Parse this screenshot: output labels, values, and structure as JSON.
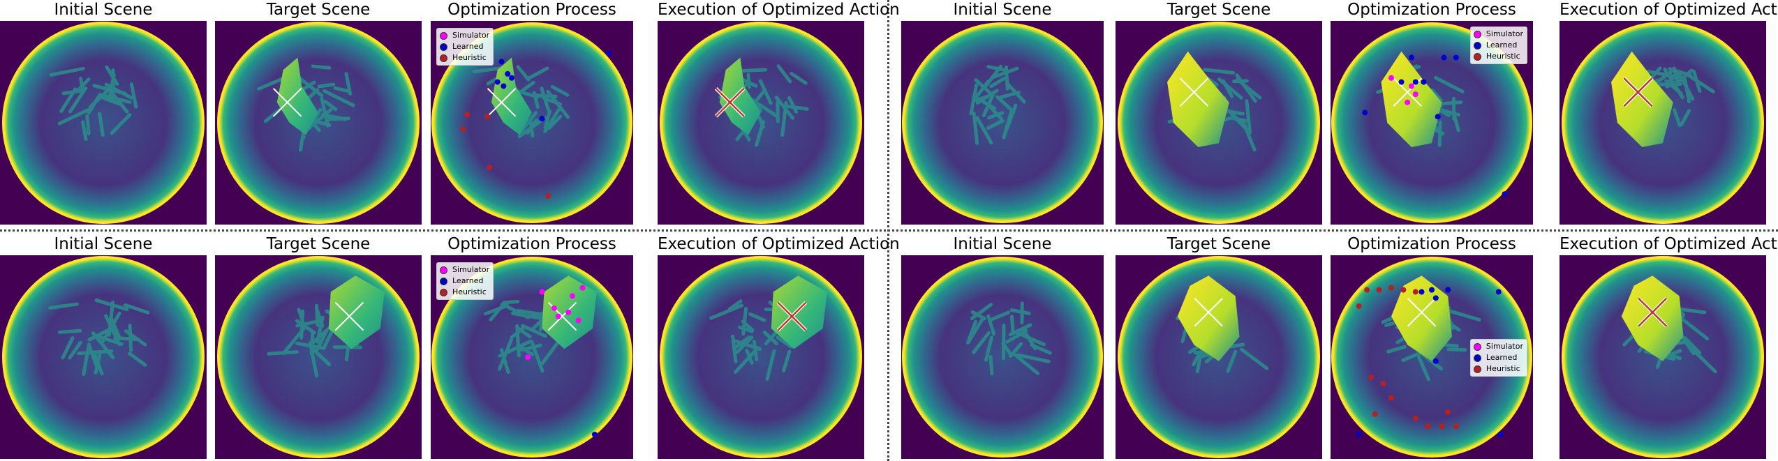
{
  "titles": {
    "initial": "Initial Scene",
    "target": "Target Scene",
    "optimization": "Optimization Process",
    "execution": "Execution of Optimized Action"
  },
  "legend": {
    "simulator": "Simulator",
    "learned": "Learned",
    "heuristic": "Heuristic"
  },
  "colors": {
    "background_outside": "#440154",
    "ring_bright": "#fde725",
    "ring_mid": "#35b779",
    "center_dark": "#3b528b",
    "mat": "#2a8f8b",
    "simulator": "#ff00ff",
    "learned": "#0000cc",
    "heuristic": "#b22222",
    "cross_target": "#ffffff",
    "cross_executed": "#c0392b"
  }
}
